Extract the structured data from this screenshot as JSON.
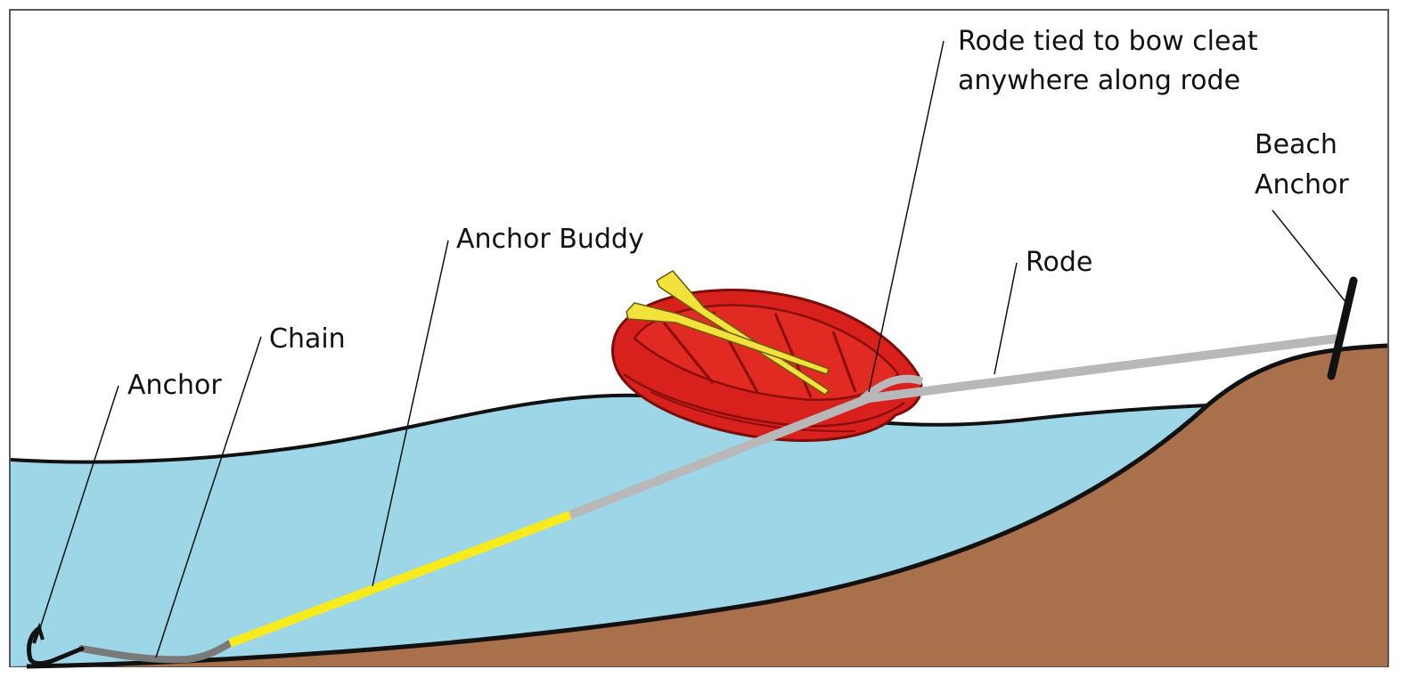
{
  "diagram": {
    "labels": {
      "anchor": "Anchor",
      "chain": "Chain",
      "anchor_buddy": "Anchor Buddy",
      "rode_tied_line1": "Rode tied to bow cleat",
      "rode_tied_line2": "anywhere along rode",
      "rode": "Rode",
      "beach_anchor_line1": "Beach",
      "beach_anchor_line2": "Anchor"
    },
    "colors": {
      "water": "#9dd6e6",
      "beach": "#a8704b",
      "boat": "#d8201c",
      "boat_dark": "#8a0f0c",
      "oar": "#f2e23c",
      "rode": "#b8b8b8",
      "anchor_buddy": "#f7ea1d",
      "chain": "#7a7a7a",
      "outline": "#111111"
    }
  }
}
